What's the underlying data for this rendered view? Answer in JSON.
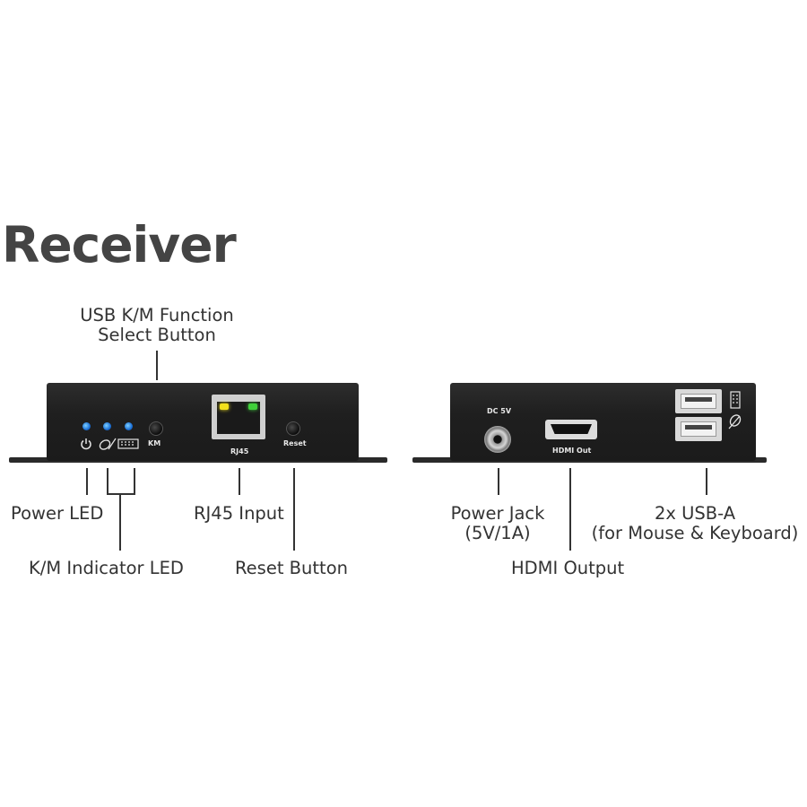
{
  "title": "Receiver",
  "colors": {
    "text": "#333333",
    "title": "#444444",
    "device_body": "#1f1f1f",
    "led_blue": "#1a6fd6",
    "rj45_led_yellow": "#f2e01b",
    "rj45_led_green": "#3fd13a"
  },
  "front_panel": {
    "labels": {
      "km": "KM",
      "rj45": "RJ45",
      "reset": "Reset"
    },
    "icons": [
      "power-icon",
      "mouse-icon",
      "keyboard-icon"
    ]
  },
  "rear_panel": {
    "labels": {
      "dc": "DC 5V",
      "hdmi": "HDMI Out"
    },
    "icons": [
      "keyboard-icon",
      "mouse-icon"
    ]
  },
  "callouts": {
    "usb_km_line1": "USB K/M Function",
    "usb_km_line2": "Select Button",
    "power_led": "Power LED",
    "km_indicator": "K/M Indicator LED",
    "rj45_input": "RJ45 Input",
    "reset_button": "Reset Button",
    "power_jack_line1": "Power Jack",
    "power_jack_line2": "(5V/1A)",
    "hdmi_output": "HDMI Output",
    "usb_a_line1": "2x USB-A",
    "usb_a_line2": "(for Mouse & Keyboard)"
  }
}
